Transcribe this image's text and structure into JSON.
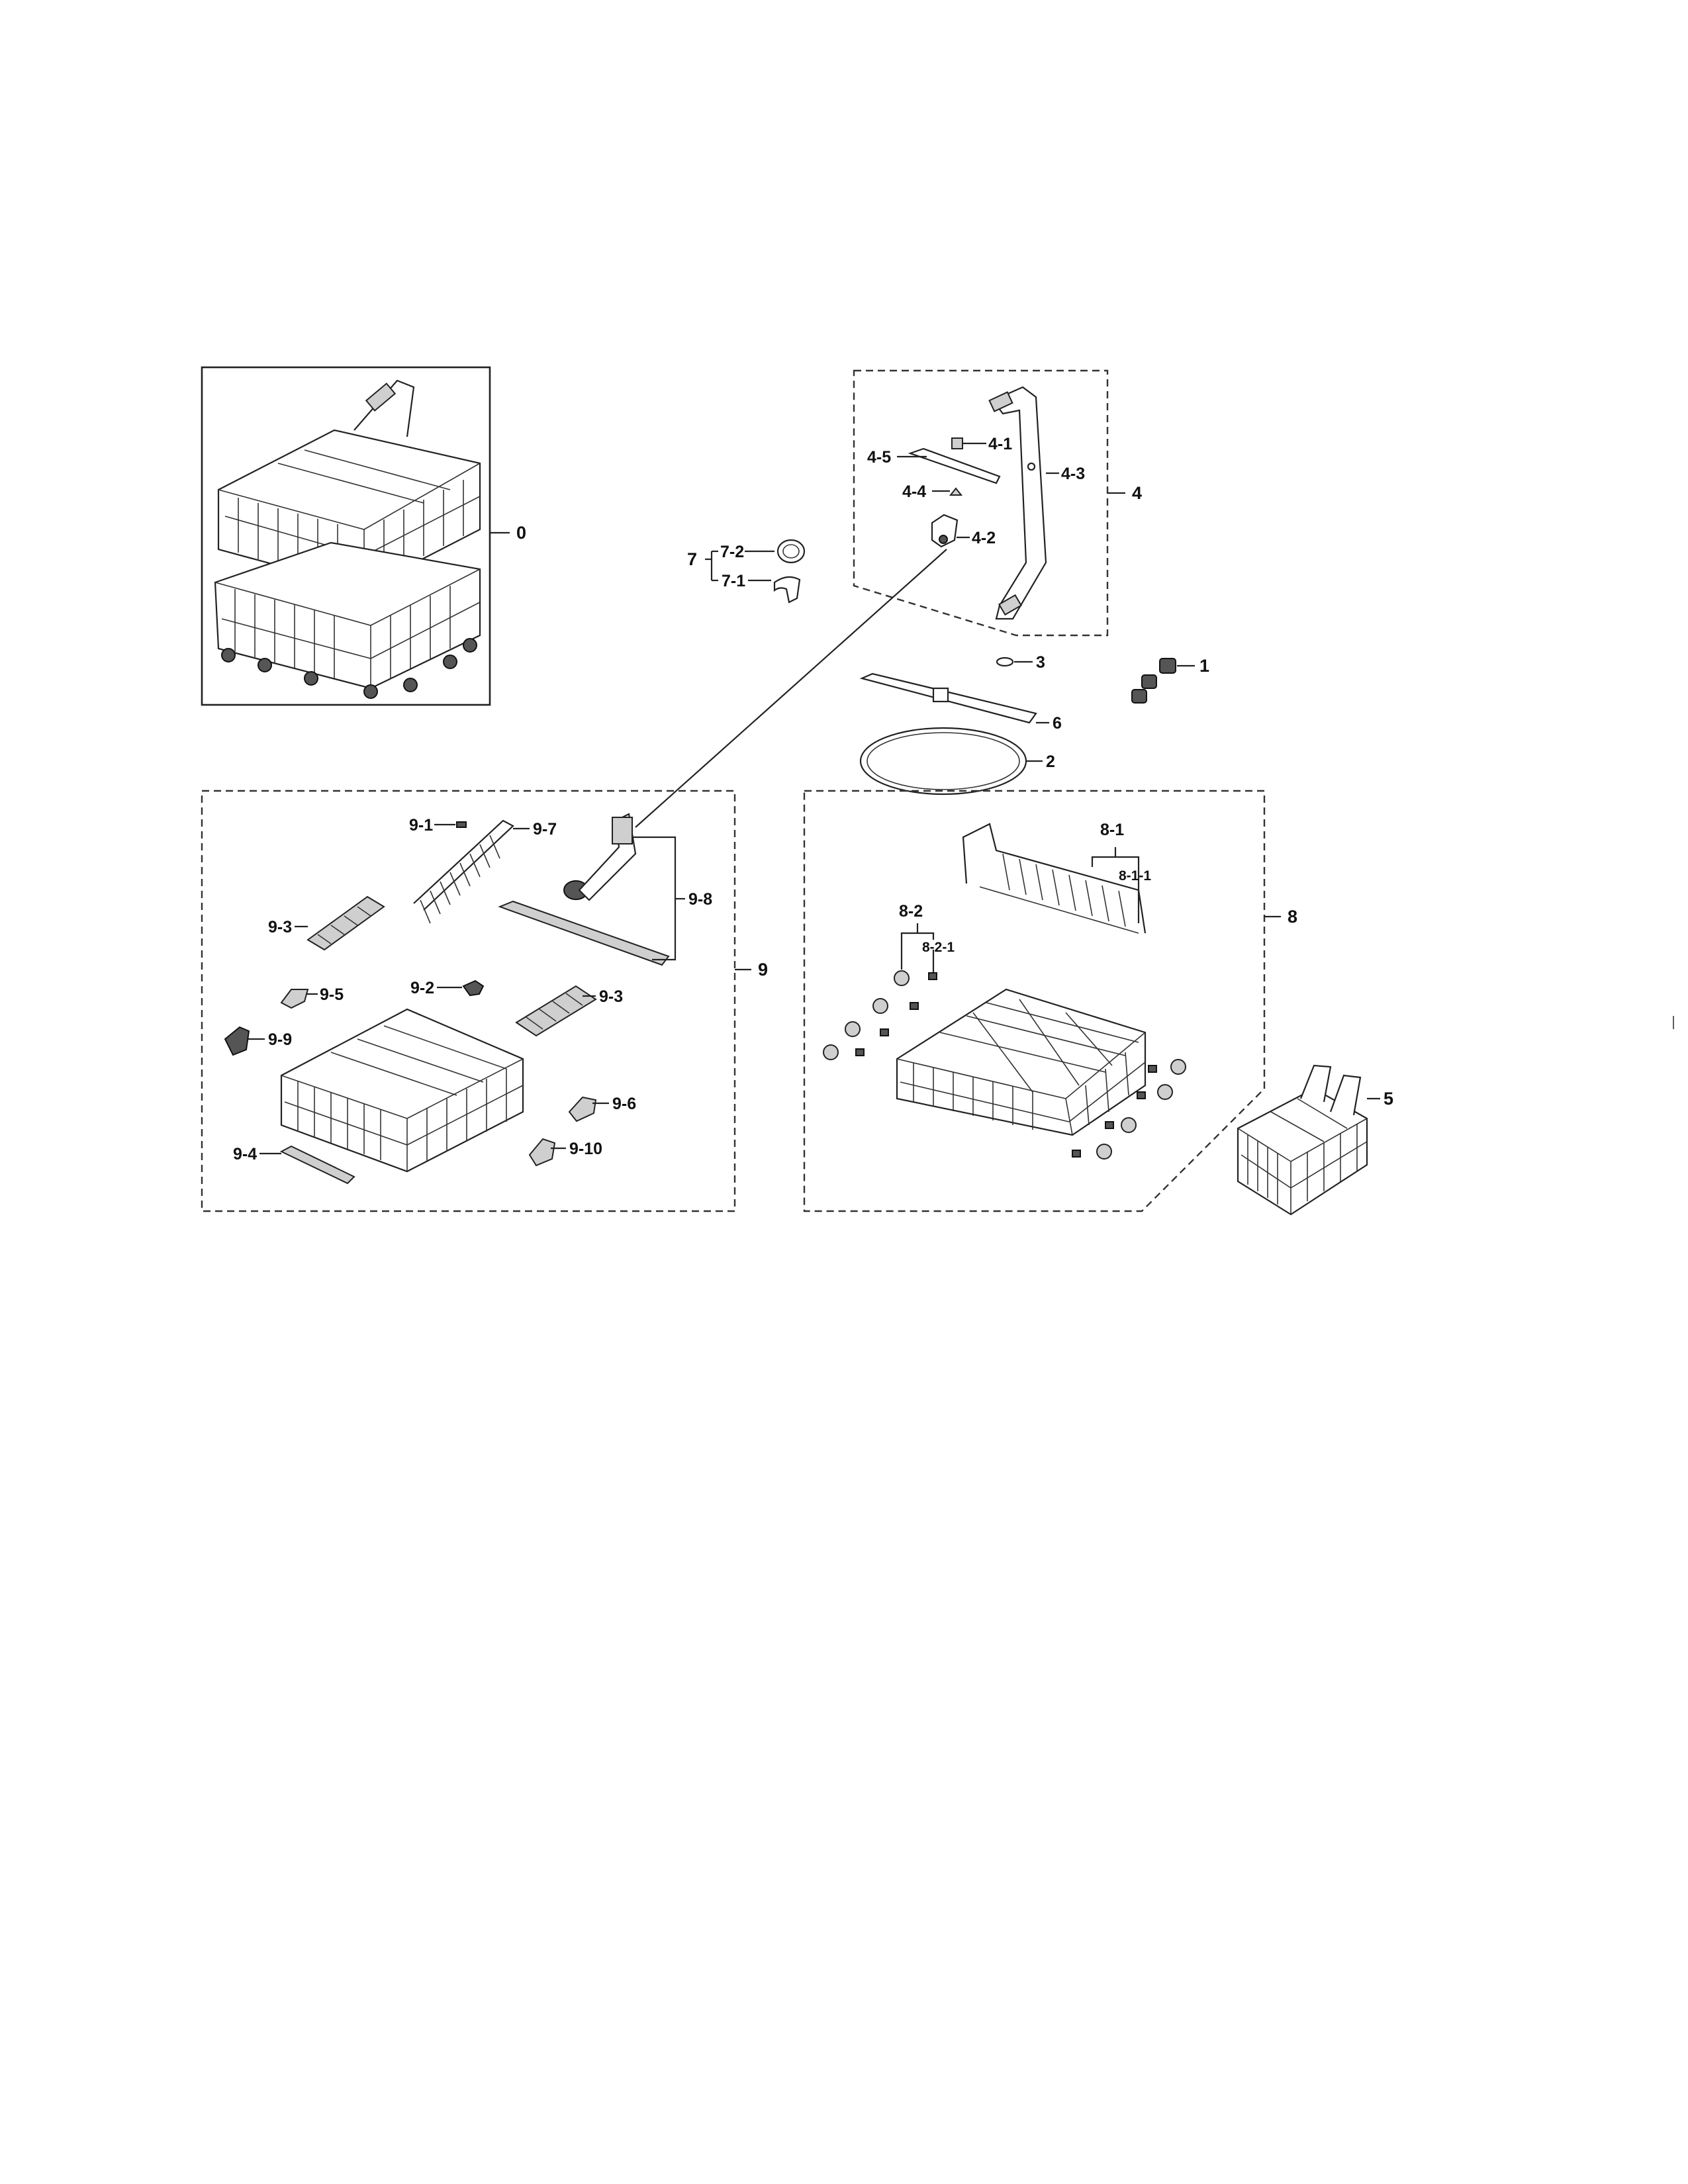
{
  "diagram": {
    "callouts": {
      "c0": "0",
      "c1": "1",
      "c2": "2",
      "c3": "3",
      "c4": "4",
      "c4_1": "4-1",
      "c4_2": "4-2",
      "c4_3": "4-3",
      "c4_4": "4-4",
      "c4_5": "4-5",
      "c5": "5",
      "c6": "6",
      "c7": "7",
      "c7_1": "7-1",
      "c7_2": "7-2",
      "c8": "8",
      "c8_1": "8-1",
      "c8_1_1": "8-1-1",
      "c8_2": "8-2",
      "c8_2_1": "8-2-1",
      "c9": "9",
      "c9_1": "9-1",
      "c9_2": "9-2",
      "c9_3a": "9-3",
      "c9_3b": "9-3",
      "c9_4": "9-4",
      "c9_5": "9-5",
      "c9_6": "9-6",
      "c9_7": "9-7",
      "c9_8": "9-8",
      "c9_9": "9-9",
      "c9_10": "9-10"
    }
  }
}
